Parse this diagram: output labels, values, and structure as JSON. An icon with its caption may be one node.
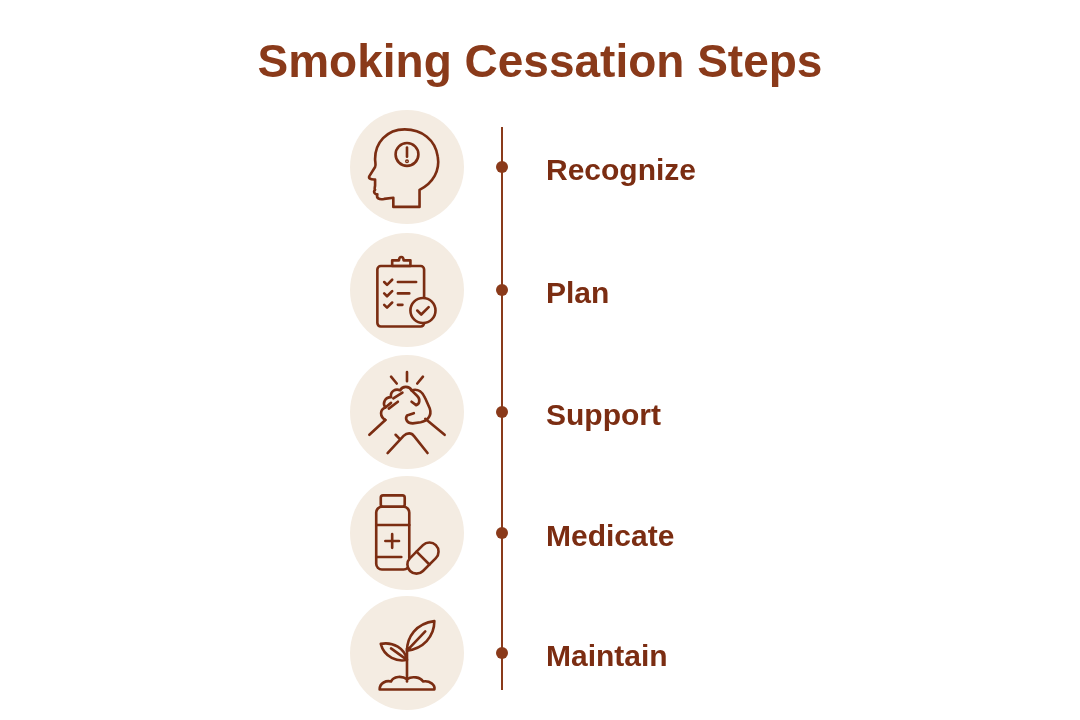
{
  "diagram": {
    "title": "Smoking Cessation Steps",
    "nodes": [
      {
        "text": [],
        "shape": "circle",
        "beside": [
          "Recognize"
        ]
      },
      {
        "text": [],
        "shape": "circle",
        "beside": [
          "Plan"
        ]
      },
      {
        "text": [],
        "shape": "circle",
        "beside": [
          "Support"
        ]
      },
      {
        "text": [],
        "shape": "circle",
        "beside": [
          "Medicate"
        ]
      },
      {
        "text": [],
        "shape": "circle",
        "beside": [
          "Maintain"
        ]
      }
    ]
  }
}
